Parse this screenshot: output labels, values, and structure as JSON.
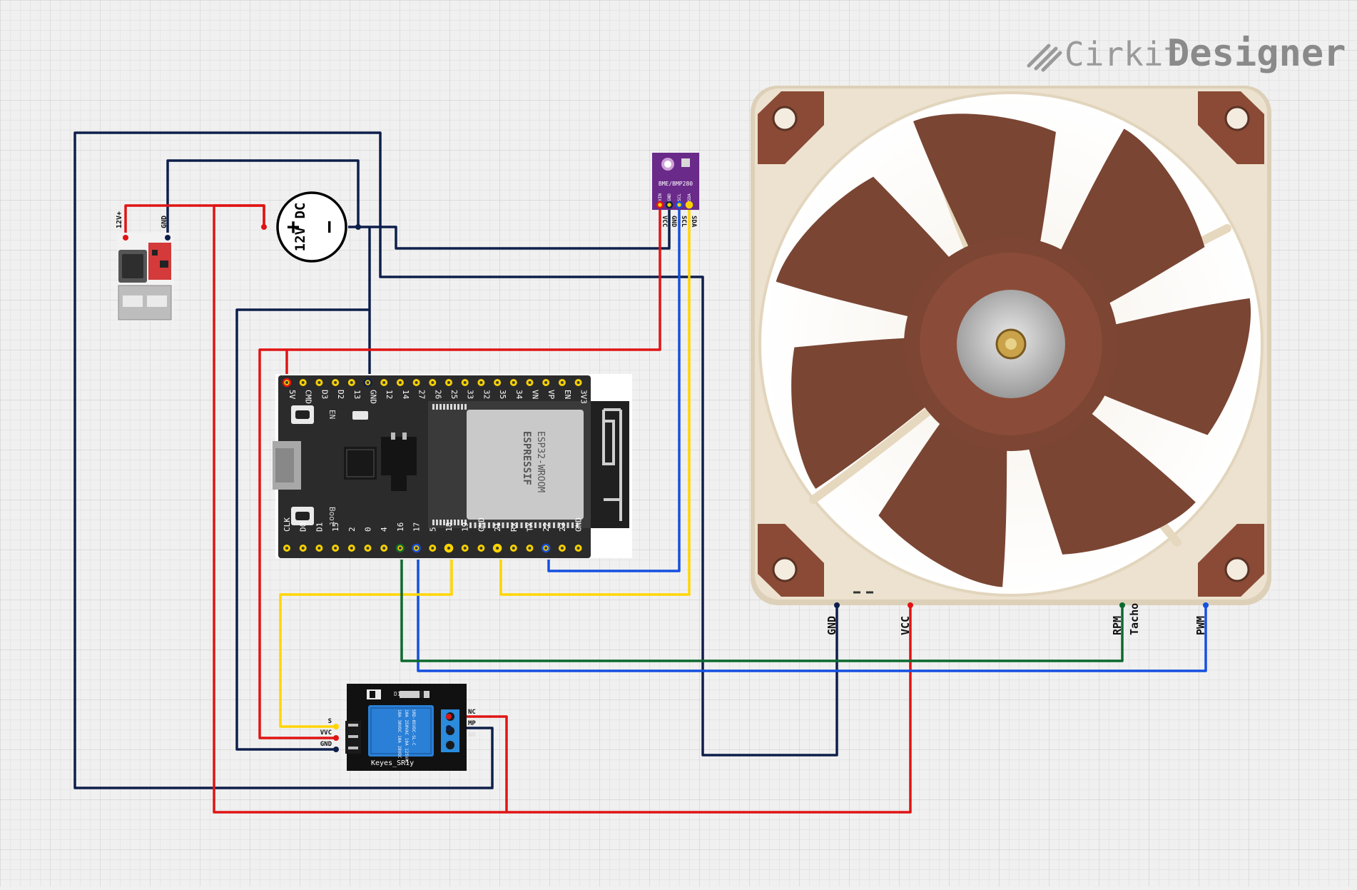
{
  "brand": {
    "name_light": "Cirkit",
    "name_bold": "Designer"
  },
  "colors": {
    "background": "#f0f0f0",
    "grid_minor": "#dcdcdc",
    "grid_major": "#c9c9c9",
    "wire_navy": "#0d1f4a",
    "wire_red": "#e01414",
    "wire_blue": "#1550e0",
    "wire_yellow": "#ffd500",
    "wire_green": "#0d6a2e",
    "fan_frame": "#e8dcc6",
    "fan_blade": "#7a4533",
    "fan_pad": "#8a4a35",
    "pcb_black": "#2b2b2b",
    "pin_gold": "#f4d000",
    "relay_blue": "#2a7fd6",
    "sensor_purple": "#6a2a8a"
  },
  "dc_source": {
    "label": "12V DC",
    "plus": "+",
    "minus": "−"
  },
  "buck_converter": {
    "pin_12v": "12V+",
    "pin_gnd": "GND"
  },
  "sensor": {
    "name": "BME/BMP280",
    "pins_small": [
      "VIN",
      "GND",
      "SCL",
      "SDA"
    ],
    "pins": [
      "VCC",
      "GND",
      "SCL",
      "SDA"
    ]
  },
  "esp32": {
    "module_brand": "ESPRESSIF",
    "module_name": "ESP32-WROOM",
    "button_en": "EN",
    "button_boot": "Boot",
    "top_pins": [
      "5V",
      "CMD",
      "D3",
      "D2",
      "13",
      "GND",
      "12",
      "14",
      "27",
      "26",
      "25",
      "33",
      "32",
      "35",
      "34",
      "VN",
      "VP",
      "EN",
      "3V3"
    ],
    "bottom_pins": [
      "CLK",
      "D0",
      "D1",
      "15",
      "2",
      "0",
      "4",
      "16",
      "17",
      "5",
      "18",
      "19",
      "GND",
      "21",
      "RX",
      "TX",
      "22",
      "23",
      "GND"
    ]
  },
  "relay": {
    "name": "Keyes_SR1y",
    "pins_left": [
      "S",
      "VVC",
      "GND"
    ],
    "pins_right": [
      "NC",
      "MP",
      "NO"
    ],
    "relay_text": [
      "SRD-05VDC-SL-C",
      "10A 250VAC 10A 125VAC",
      "10A 30VDC 10A 28VDC"
    ],
    "diode_label": "D1"
  },
  "fan": {
    "pins": [
      "GND",
      "VCC",
      "RPM",
      "Tacho",
      "PWM"
    ]
  }
}
